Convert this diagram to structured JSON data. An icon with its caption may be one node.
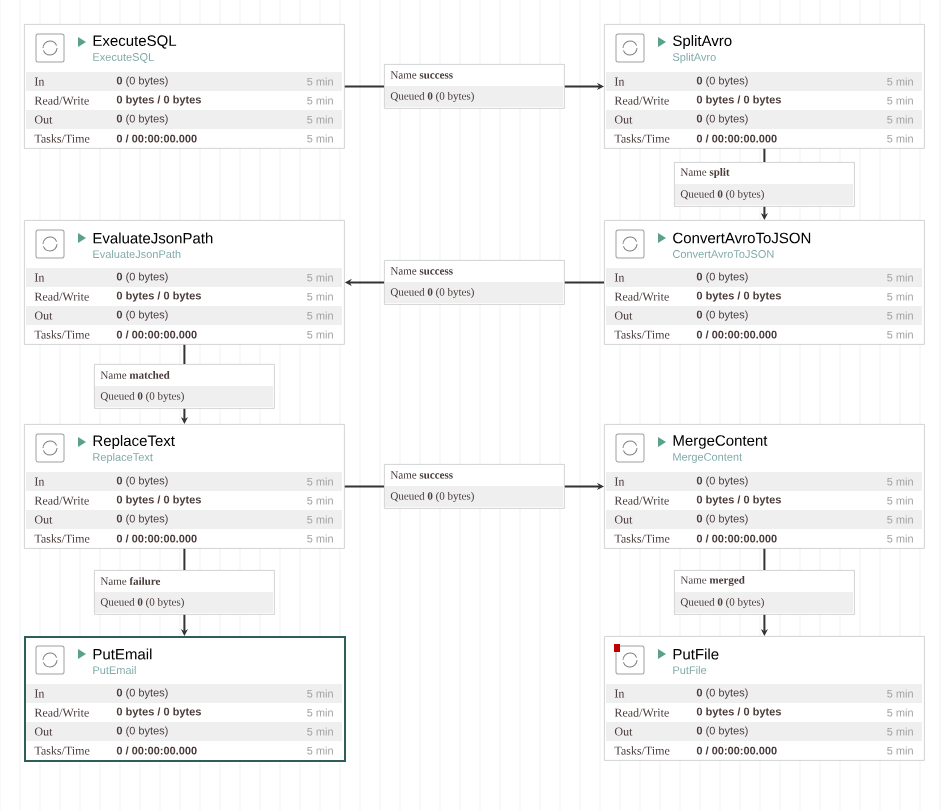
{
  "diagram": {
    "nodes": [
      {
        "text": [
          "ExecuteSQL",
          "ExecuteSQL",
          "In",
          "**0** (0 bytes)",
          "5 min",
          "Read/Write",
          "0 bytes / 0 bytes",
          "5 min",
          "Out",
          "**0** (0 bytes)",
          "5 min",
          "Tasks/Time",
          "0 / 00:00:00.000",
          "5 min"
        ]
      },
      {
        "text": [
          "Name **success**",
          "Queued **0** (0 bytes)"
        ]
      },
      {
        "text": [
          "SplitAvro",
          "SplitAvro",
          "In",
          "**0** (0 bytes)",
          "5 min",
          "Read/Write",
          "0 bytes / 0 bytes",
          "5 min",
          "Out",
          "**0** (0 bytes)",
          "5 min",
          "Tasks/Time",
          "0 / 00:00:00.000",
          "5 min"
        ]
      },
      {
        "text": [
          "Name **split**",
          "Queued **0** (0 bytes)"
        ]
      },
      {
        "text": [
          "EvaluateJsonPath",
          "EvaluateJsonPath",
          "In",
          "**0** (0 bytes)",
          "5 min",
          "Read/Write",
          "0 bytes / 0 bytes",
          "5 min",
          "Out",
          "**0** (0 bytes)",
          "5 min",
          "Tasks/Time",
          "0 / 00:00:00.000",
          "5 min"
        ]
      },
      {
        "text": [
          "Name **success**",
          "Queued **0** (0 bytes)"
        ]
      },
      {
        "text": [
          "ConvertAvroToJSON",
          "ConvertAvroToJSON",
          "In",
          "**0** (0 bytes)",
          "5 min",
          "Read/Write",
          "0 bytes / 0 bytes",
          "5 min",
          "Out",
          "**0** (0 bytes)",
          "5 min",
          "Tasks/Time",
          "0 / 00:00:00.000",
          "5 min"
        ]
      },
      {
        "text": [
          "Name **matched**",
          "Queued **0** (0 bytes)"
        ]
      },
      {
        "text": [
          "ReplaceText",
          "ReplaceText",
          "In",
          "**0** (0 bytes)",
          "5 min",
          "Read/Write",
          "0 bytes / 0 bytes",
          "5 min",
          "Out",
          "**0** (0 bytes)",
          "5 min",
          "Tasks/Time",
          "0 / 00:00:00.000",
          "5 min"
        ]
      },
      {
        "text": [
          "Name **success**",
          "Queued **0** (0 bytes)"
        ]
      },
      {
        "text": [
          "MergeContent",
          "MergeContent",
          "In",
          "**0** (0 bytes)",
          "5 min",
          "Read/Write",
          "0 bytes / 0 bytes",
          "5 min",
          "Out",
          "**0** (0 bytes)",
          "5 min",
          "Tasks/Time",
          "0 / 00:00:00.000",
          "5 min"
        ]
      },
      {
        "text": [
          "Name **failure**",
          "Queued **0** (0 bytes)"
        ]
      },
      {
        "text": [
          "Name **merged**",
          "Queued **0** (0 bytes)"
        ]
      },
      {
        "text": [
          "PutEmail",
          "PutEmail",
          "In",
          "**0** (0 bytes)",
          "5 min",
          "Read/Write",
          "0 bytes / 0 bytes",
          "5 min",
          "Out",
          "**0** (0 bytes)",
          "5 min",
          "Tasks/Time",
          "0 / 00:00:00.000",
          "5 min"
        ]
      },
      {
        "text": [
          "PutFile",
          "PutFile",
          "In",
          "**0** (0 bytes)",
          "5 min",
          "Read/Write",
          "0 bytes / 0 bytes",
          "5 min",
          "Out",
          "**0** (0 bytes)",
          "5 min",
          "Tasks/Time",
          "0 / 00:00:00.000",
          "5 min"
        ]
      }
    ],
    "edges": [
      {
        "from": 0,
        "to": 1,
        "arrow": "none"
      },
      {
        "from": 1,
        "to": 2,
        "arrow": "to"
      },
      {
        "from": 2,
        "to": 3,
        "arrow": "none"
      },
      {
        "from": 3,
        "to": 6,
        "arrow": "to"
      },
      {
        "from": 6,
        "to": 5,
        "arrow": "none"
      },
      {
        "from": 5,
        "to": 4,
        "arrow": "to"
      },
      {
        "from": 4,
        "to": 7,
        "arrow": "none"
      },
      {
        "from": 7,
        "to": 8,
        "arrow": "to"
      },
      {
        "from": 8,
        "to": 9,
        "arrow": "none"
      },
      {
        "from": 9,
        "to": 10,
        "arrow": "to"
      },
      {
        "from": 8,
        "to": 11,
        "arrow": "none"
      },
      {
        "from": 11,
        "to": 13,
        "arrow": "to"
      },
      {
        "from": 10,
        "to": 12,
        "arrow": "none"
      },
      {
        "from": 12,
        "to": 14,
        "arrow": "to"
      }
    ]
  }
}
